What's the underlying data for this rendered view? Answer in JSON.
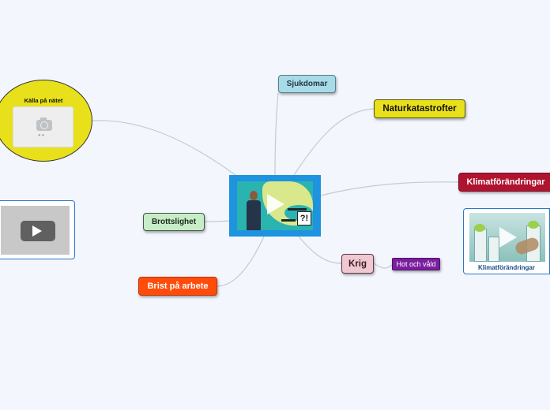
{
  "center": {
    "image_label": "?!"
  },
  "nodes": {
    "sjukdomar": "Sjukdomar",
    "naturkatastrofer": "Naturkatastrofter",
    "klimatforandringar": "Klimatförändringar",
    "brottslighet": "Brottslighet",
    "brist_pa_arbete": "Brist på arbete",
    "krig": "Krig",
    "hot_och_vald": "Hot och våld"
  },
  "source_node": {
    "label": "Källa på nätet",
    "image_icon": "camera-placeholder-icon",
    "dots": "●●"
  },
  "video_attachment": {
    "icon": "play-button-icon"
  },
  "climate_attachment": {
    "caption": "Klimatförändringar",
    "icon": "play-button-icon"
  },
  "colors": {
    "background": "#f3f6fd",
    "center_border": "#1e93e0",
    "sjukdomar": "#a8dbe8",
    "naturkatastrofer": "#e8e01a",
    "klimatforandringar": "#b0132e",
    "brottslighet": "#c8ecc8",
    "brist_pa_arbete": "#ff4c0a",
    "krig": "#f0c8d2",
    "hot_och_vald": "#7a1fa0",
    "source_node": "#e8e01a",
    "connector": "#c4cad4"
  }
}
